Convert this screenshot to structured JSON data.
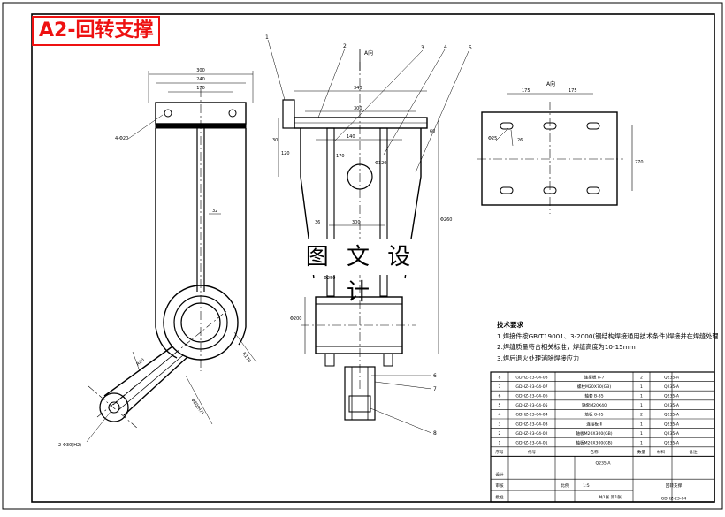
{
  "title": "A2-回转支撑",
  "watermark": "图 文 设 计",
  "views": {
    "side": {
      "dims_top": [
        "300",
        "240",
        "170"
      ],
      "hole_label": "4-Φ20",
      "rib_width": "32",
      "arm_dims": [
        "R170",
        "R40",
        "Φ80(H7)"
      ],
      "base_hole": "2-Φ30(H2)"
    },
    "front": {
      "balloons": [
        "1",
        "2",
        "3",
        "4",
        "5",
        "6",
        "7",
        "8"
      ],
      "dims": [
        "340",
        "300",
        "30",
        "140",
        "120",
        "170",
        "60",
        "Φ120",
        "36",
        "300",
        "Φ260",
        "Φ200",
        "Φ250"
      ]
    },
    "top": {
      "label": "A向",
      "dims": [
        "175",
        "175",
        "270",
        "Φ25",
        "26"
      ]
    }
  },
  "notes": {
    "heading": "技术要求",
    "items": [
      "1.焊接件按GB/T19001、3-2000(钢结构焊接通用技术条件)焊接并在焊缝处理后再进行防锈处理",
      "2.焊缝质量符合相关标准，焊缝高度为10-15mm",
      "3.焊后退火处理消除焊接应力"
    ]
  },
  "bom": {
    "rows": [
      {
        "no": "8",
        "code": "GDHZ-23-04-08",
        "name": "连接板 8-7",
        "qty": "2",
        "mat": "Q235-A"
      },
      {
        "no": "7",
        "code": "GDHZ-23-04-07",
        "name": "螺栓M20X70(GB)",
        "qty": "1",
        "mat": "Q235-A"
      },
      {
        "no": "6",
        "code": "GDHZ-23-04-06",
        "name": "轴套 B-35",
        "qty": "1",
        "mat": "Q235-A"
      },
      {
        "no": "5",
        "code": "GDHZ-23-04-05",
        "name": "轴套M20X40",
        "qty": "1",
        "mat": "Q235-A"
      },
      {
        "no": "4",
        "code": "GDHZ-23-04-04",
        "name": "筋板 8-35",
        "qty": "2",
        "mat": "Q235-A"
      },
      {
        "no": "3",
        "code": "GDHZ-23-04-03",
        "name": "连接板 Ⅱ",
        "qty": "1",
        "mat": "Q235-A"
      },
      {
        "no": "2",
        "code": "GDHZ-23-04-02",
        "name": "轴板M20X300(GB)",
        "qty": "1",
        "mat": "Q235-A"
      },
      {
        "no": "1",
        "code": "GDHZ-23-04-01",
        "name": "轴板M20X300(GB)",
        "qty": "1",
        "mat": "Q235-A"
      }
    ],
    "header": {
      "no": "序号",
      "code": "代号",
      "name": "名称",
      "qty": "数量",
      "mat": "材料",
      "note": "备注"
    },
    "title_block": {
      "material": "Q235-A",
      "designer_label": "设计",
      "checker_label": "审核",
      "approve_label": "批准",
      "scale_label": "比例",
      "scale": "1:5",
      "sheet": "共1张 第1张",
      "name": "回转支撑",
      "drawing_no": "GDHZ-23-04"
    }
  }
}
